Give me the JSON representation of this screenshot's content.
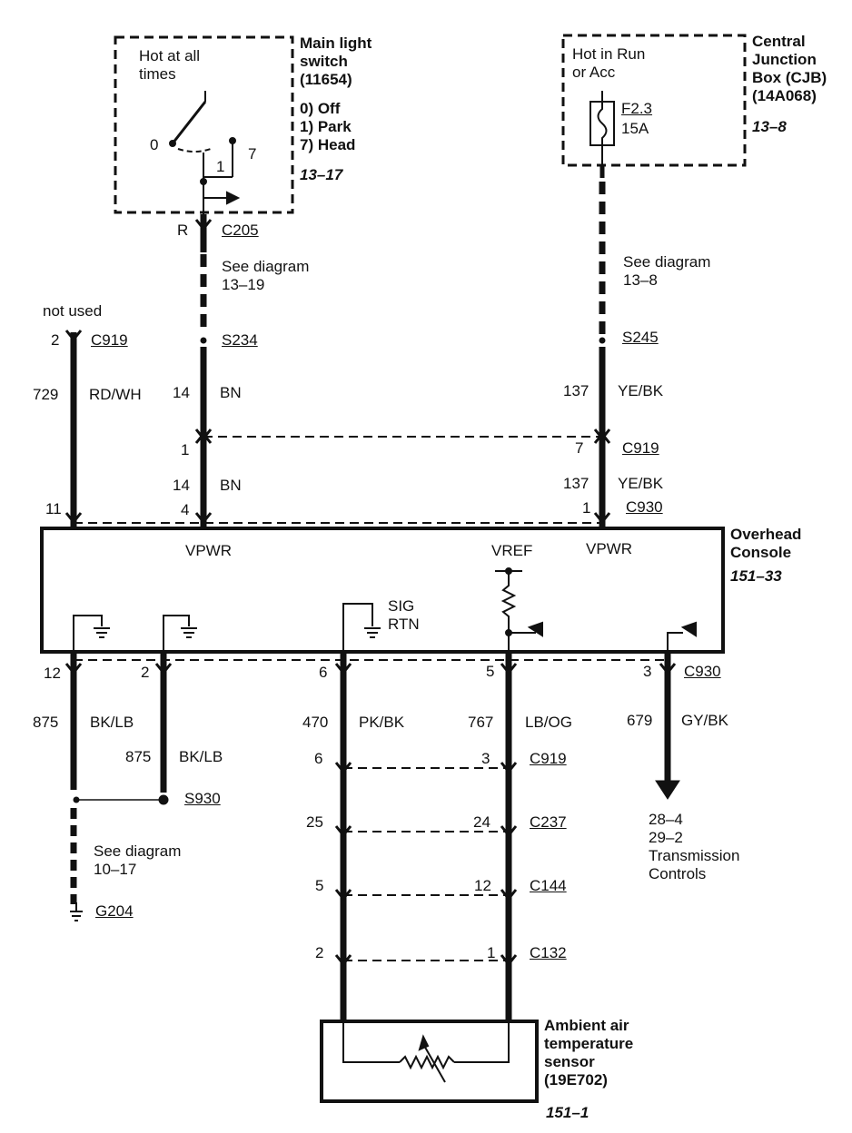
{
  "main_switch": {
    "hot_label": "Hot at all\ntimes",
    "title": "Main light\nswitch\n(11654)",
    "positions": "0) Off\n1) Park\n7) Head",
    "page_ref": "13–17",
    "pos_0": "0",
    "pos_1": "1",
    "pos_7": "7"
  },
  "cjb": {
    "hot_label": "Hot in Run\nor Acc",
    "title": "Central\nJunction\nBox (CJB)\n(14A068)",
    "page_ref": "13–8",
    "fuse_id": "F2.3",
    "fuse_rating": "15A"
  },
  "labels": {
    "c205_pin": "R",
    "c205": "C205",
    "see_diagram_left": "See diagram\n13–19",
    "see_diagram_right": "See diagram\n13–8",
    "not_used": "not used",
    "c919_left_pin": "2",
    "c919_left": "C919",
    "s234": "S234",
    "s245": "S245",
    "w729_num": "729",
    "w729_color": "RD/WH",
    "w14_num_a": "14",
    "w14_color_a": "BN",
    "w137_num_a": "137",
    "w137_color_a": "YE/BK",
    "c919_mid_pin_l": "1",
    "c919_mid_pin_r": "7",
    "c919_mid": "C919",
    "w14_num_b": "14",
    "w14_color_b": "BN",
    "w137_num_b": "137",
    "w137_color_b": "YE/BK",
    "c930_pin_11": "11",
    "c930_pin_4": "4",
    "c930_pin_1": "1",
    "c930_top": "C930"
  },
  "console": {
    "title": "Overhead\nConsole",
    "page_ref": "151–33",
    "vpwr_left": "VPWR",
    "vref": "VREF",
    "vpwr_right": "VPWR",
    "sig_rtn": "SIG\nRTN"
  },
  "bottom": {
    "pin_12": "12",
    "pin_2": "2",
    "pin_6": "6",
    "pin_5": "5",
    "pin_3": "3",
    "c930": "C930",
    "w875_num_a": "875",
    "w875_color_a": "BK/LB",
    "w875_num_b": "875",
    "w875_color_b": "BK/LB",
    "w470_num": "470",
    "w470_color": "PK/BK",
    "w767_num": "767",
    "w767_color": "LB/OG",
    "w679_num": "679",
    "w679_color": "GY/BK",
    "s930": "S930",
    "see_diagram": "See diagram\n10–17",
    "g204": "G204",
    "trans": "28–4\n29–2\nTransmission\nControls",
    "c919_l": "6",
    "c919_r": "3",
    "c919": "C919",
    "c237_l": "25",
    "c237_r": "24",
    "c237": "C237",
    "c144_l": "5",
    "c144_r": "12",
    "c144": "C144",
    "c132_l": "2",
    "c132_r": "1",
    "c132": "C132"
  },
  "sensor": {
    "title": "Ambient air\ntemperature\nsensor\n(19E702)",
    "page_ref": "151–1"
  }
}
